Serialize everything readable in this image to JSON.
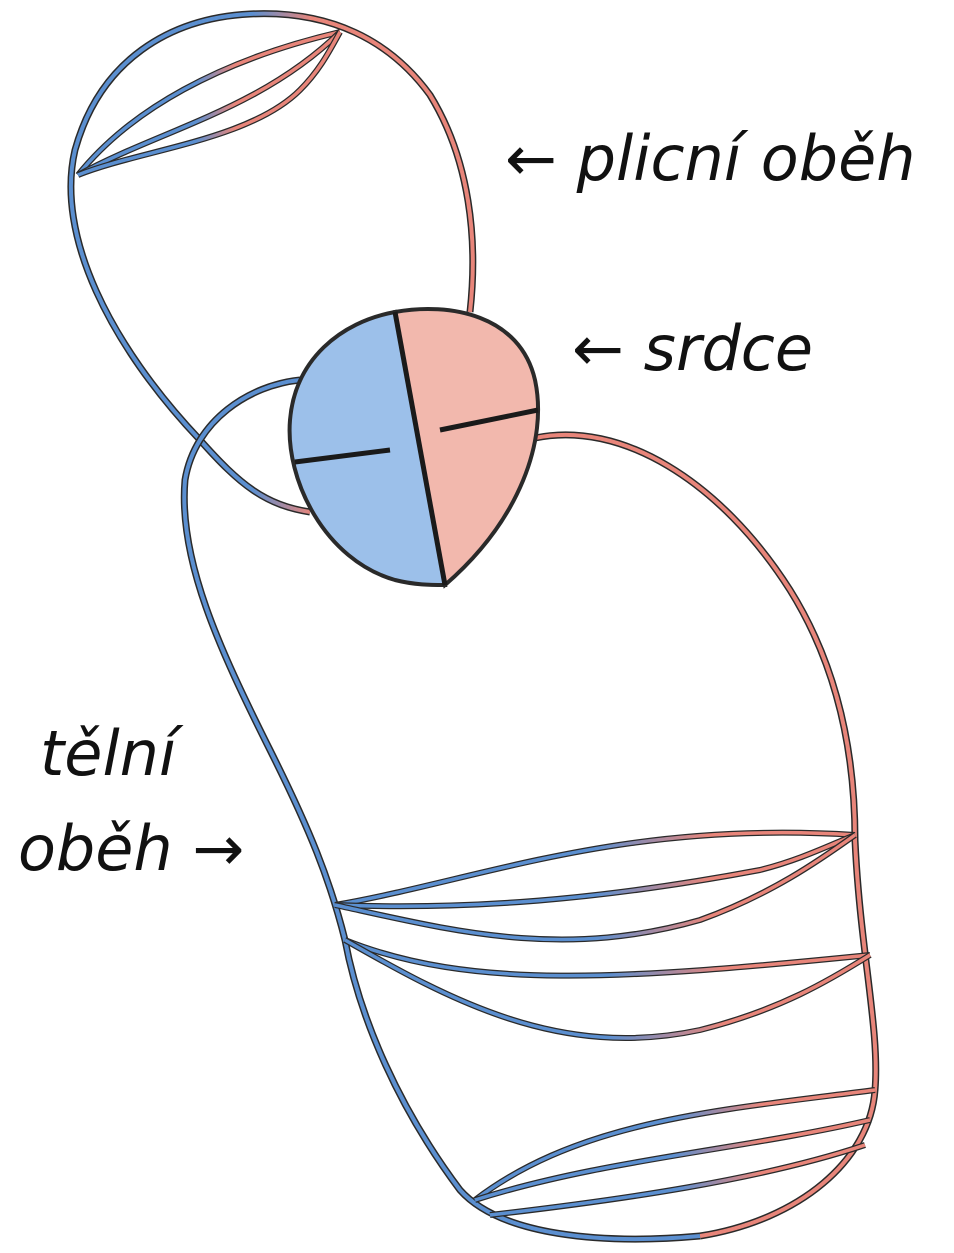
{
  "labels": {
    "pulmonary": "← plicní oběh",
    "heart": "← srdce",
    "systemic_line1": "tělní",
    "systemic_line2": "oběh →"
  },
  "colors": {
    "oxygenated": "#e8857a",
    "deoxygenated": "#5b8fd0",
    "heart_left": "#f2b8ad",
    "heart_right": "#9cc0ea",
    "outline": "#2a2a2a",
    "background": "#ffffff"
  }
}
